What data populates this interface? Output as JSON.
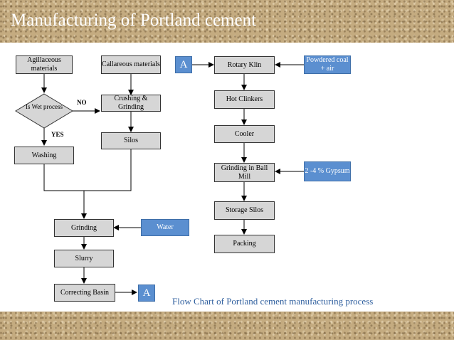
{
  "title": "Manufacturing of Portland cement",
  "caption": "Flow Chart of Portland cement manufacturing process",
  "colors": {
    "box_fill": "#d6d6d6",
    "input_fill": "#5b8fd0",
    "caption": "#2f5f9e"
  },
  "nodes": {
    "argillaceous": "Agillaceous materials",
    "calcareous": "Callareous materials",
    "is_wet": "Is Wet process",
    "crushing": "Crushing & Grinding",
    "silos": "Silos",
    "washing": "Washing",
    "grinding": "Grinding",
    "water": "Water",
    "slurry": "Slurry",
    "correcting_basin": "Correcting Basin",
    "connector_out": "A",
    "connector_in": "A",
    "rotary_kiln": "Rotary Klin",
    "powdered_coal": "Powdered coal + air",
    "hot_clinkers": "Hot Clinkers",
    "cooler": "Cooler",
    "grinding_ball_mill": "Grinding in Ball Mill",
    "gypsum": "2 -4 % Gypsum",
    "storage_silos": "Storage Silos",
    "packing": "Packing"
  },
  "labels": {
    "no": "NO",
    "yes": "YES"
  }
}
